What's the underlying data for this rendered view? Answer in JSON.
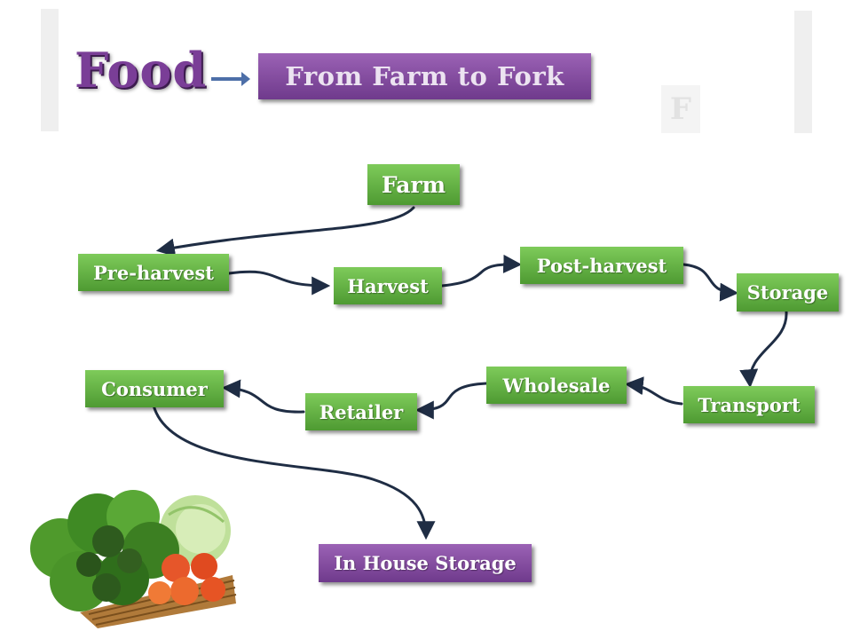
{
  "header": {
    "title": "Food",
    "subtitle": "From Farm to Fork",
    "ghost_letter": "F"
  },
  "diagram": {
    "nodes": {
      "farm": "Farm",
      "pre_harvest": "Pre-harvest",
      "harvest": "Harvest",
      "post_harvest": "Post-harvest",
      "storage": "Storage",
      "transport": "Transport",
      "wholesale": "Wholesale",
      "retailer": "Retailer",
      "consumer": "Consumer",
      "in_house_storage": "In House Storage"
    },
    "edges": [
      [
        "farm",
        "pre_harvest"
      ],
      [
        "pre_harvest",
        "harvest"
      ],
      [
        "harvest",
        "post_harvest"
      ],
      [
        "post_harvest",
        "storage"
      ],
      [
        "storage",
        "transport"
      ],
      [
        "transport",
        "wholesale"
      ],
      [
        "wholesale",
        "retailer"
      ],
      [
        "retailer",
        "consumer"
      ],
      [
        "consumer",
        "in_house_storage"
      ]
    ]
  },
  "colors": {
    "node_green": "#5fae3f",
    "node_purple": "#7d4a9b",
    "arrow": "#1f2d44",
    "title_purple": "#7a3e97"
  },
  "image": {
    "subject": "basket of vegetables"
  }
}
